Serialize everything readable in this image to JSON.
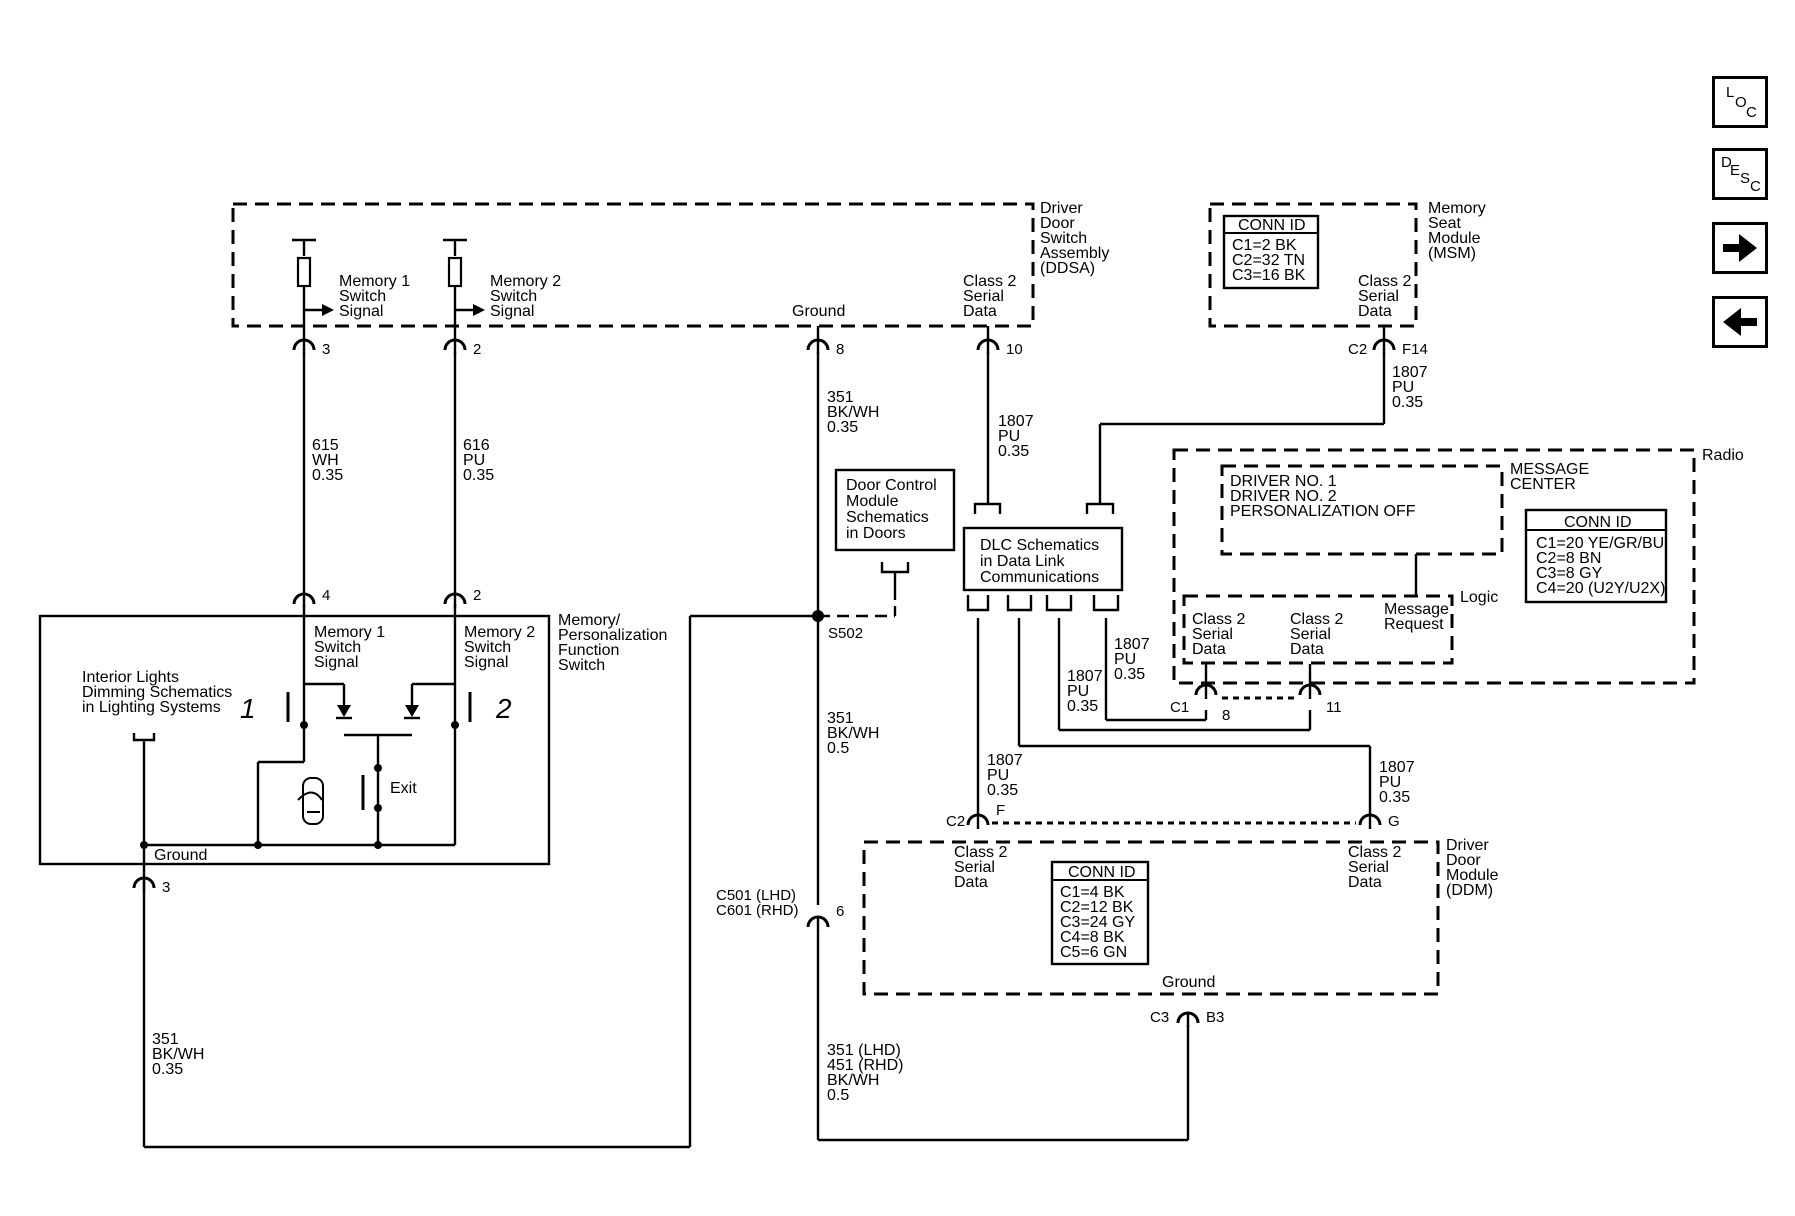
{
  "components": {
    "ddsa": {
      "name": [
        "Driver",
        "Door",
        "Switch",
        "Assembly",
        "(DDSA)"
      ]
    },
    "msm": {
      "name": [
        "Memory",
        "Seat",
        "Module",
        "(MSM)"
      ]
    },
    "radio": {
      "name": "Radio"
    },
    "message_center": {
      "name": [
        "MESSAGE",
        "CENTER"
      ],
      "display": [
        "DRIVER NO. 1",
        "DRIVER NO. 2",
        "PERSONALIZATION OFF"
      ]
    },
    "logic": {
      "name": "Logic"
    },
    "ddm": {
      "name": [
        "Driver",
        "Door",
        "Module",
        "(DDM)"
      ]
    },
    "mpfs": {
      "name": [
        "Memory/",
        "Personalization",
        "Function",
        "Switch"
      ]
    }
  },
  "labels": {
    "memory1_switch_signal": [
      "Memory 1",
      "Switch",
      "Signal"
    ],
    "memory2_switch_signal": [
      "Memory 2",
      "Switch",
      "Signal"
    ],
    "ground": "Ground",
    "class2_serial_data": [
      "Class 2",
      "Serial",
      "Data"
    ],
    "message_request": [
      "Message",
      "Request"
    ],
    "exit": "Exit",
    "switch_num_1": "1",
    "switch_num_2": "2"
  },
  "references": {
    "door_control": [
      "Door Control",
      "Module",
      "Schematics",
      "in Doors"
    ],
    "dlc": [
      "DLC Schematics",
      "in Data Link",
      "Communications"
    ],
    "interior_lights": [
      "Interior Lights",
      "Dimming Schematics",
      "in Lighting Systems"
    ]
  },
  "conn_ids": {
    "msm": {
      "title": "CONN ID",
      "rows": [
        "C1=2 BK",
        "C2=32 TN",
        "C3=16 BK"
      ]
    },
    "radio": {
      "title": "CONN ID",
      "rows": [
        "C1=20 YE/GR/BU",
        "C2=8 BN",
        "C3=8 GY",
        "C4=20 (U2Y/U2X)"
      ]
    },
    "ddm": {
      "title": "CONN ID",
      "rows": [
        "C1=4 BK",
        "C2=12 BK",
        "C3=24 GY",
        "C4=8 BK",
        "C5=6 GN"
      ]
    }
  },
  "wires": {
    "w615": [
      "615",
      "WH",
      "0.35"
    ],
    "w616": [
      "616",
      "PU",
      "0.35"
    ],
    "w351_top": [
      "351",
      "BK/WH",
      "0.35"
    ],
    "w1807_ddsa": [
      "1807",
      "PU",
      "0.35"
    ],
    "w1807_msm": [
      "1807",
      "PU",
      "0.35"
    ],
    "w351_mid": [
      "351",
      "BK/WH",
      "0.5"
    ],
    "w1807_radio_a": [
      "1807",
      "PU",
      "0.35"
    ],
    "w1807_radio_b": [
      "1807",
      "PU",
      "0.35"
    ],
    "w1807_ddm_f": [
      "1807",
      "PU",
      "0.35"
    ],
    "w1807_ddm_g": [
      "1807",
      "PU",
      "0.35"
    ],
    "w351_left": [
      "351",
      "BK/WH",
      "0.35"
    ],
    "w351_bottom": [
      "351 (LHD)",
      "451 (RHD)",
      "BK/WH",
      "0.5"
    ]
  },
  "pins": {
    "ddsa_3": "3",
    "ddsa_2": "2",
    "ddsa_8": "8",
    "ddsa_10": "10",
    "msm_c2": "C2",
    "msm_f14": "F14",
    "mpfs_4": "4",
    "mpfs_2": "2",
    "mpfs_3": "3",
    "splice": "S502",
    "radio_c1": "C1",
    "radio_8": "8",
    "radio_11": "11",
    "ddm_c2": "C2",
    "ddm_f": "F",
    "ddm_g": "G",
    "ddm_c3": "C3",
    "ddm_b3": "B3",
    "inline_conn": [
      "C501 (LHD)",
      "C601 (RHD)"
    ],
    "inline_pin": "6"
  },
  "nav": {
    "loc": [
      "L",
      "O",
      "C"
    ],
    "desc": [
      "D",
      "E",
      "S",
      "C"
    ],
    "next_icon": "right-arrow-icon",
    "prev_icon": "left-arrow-icon"
  }
}
